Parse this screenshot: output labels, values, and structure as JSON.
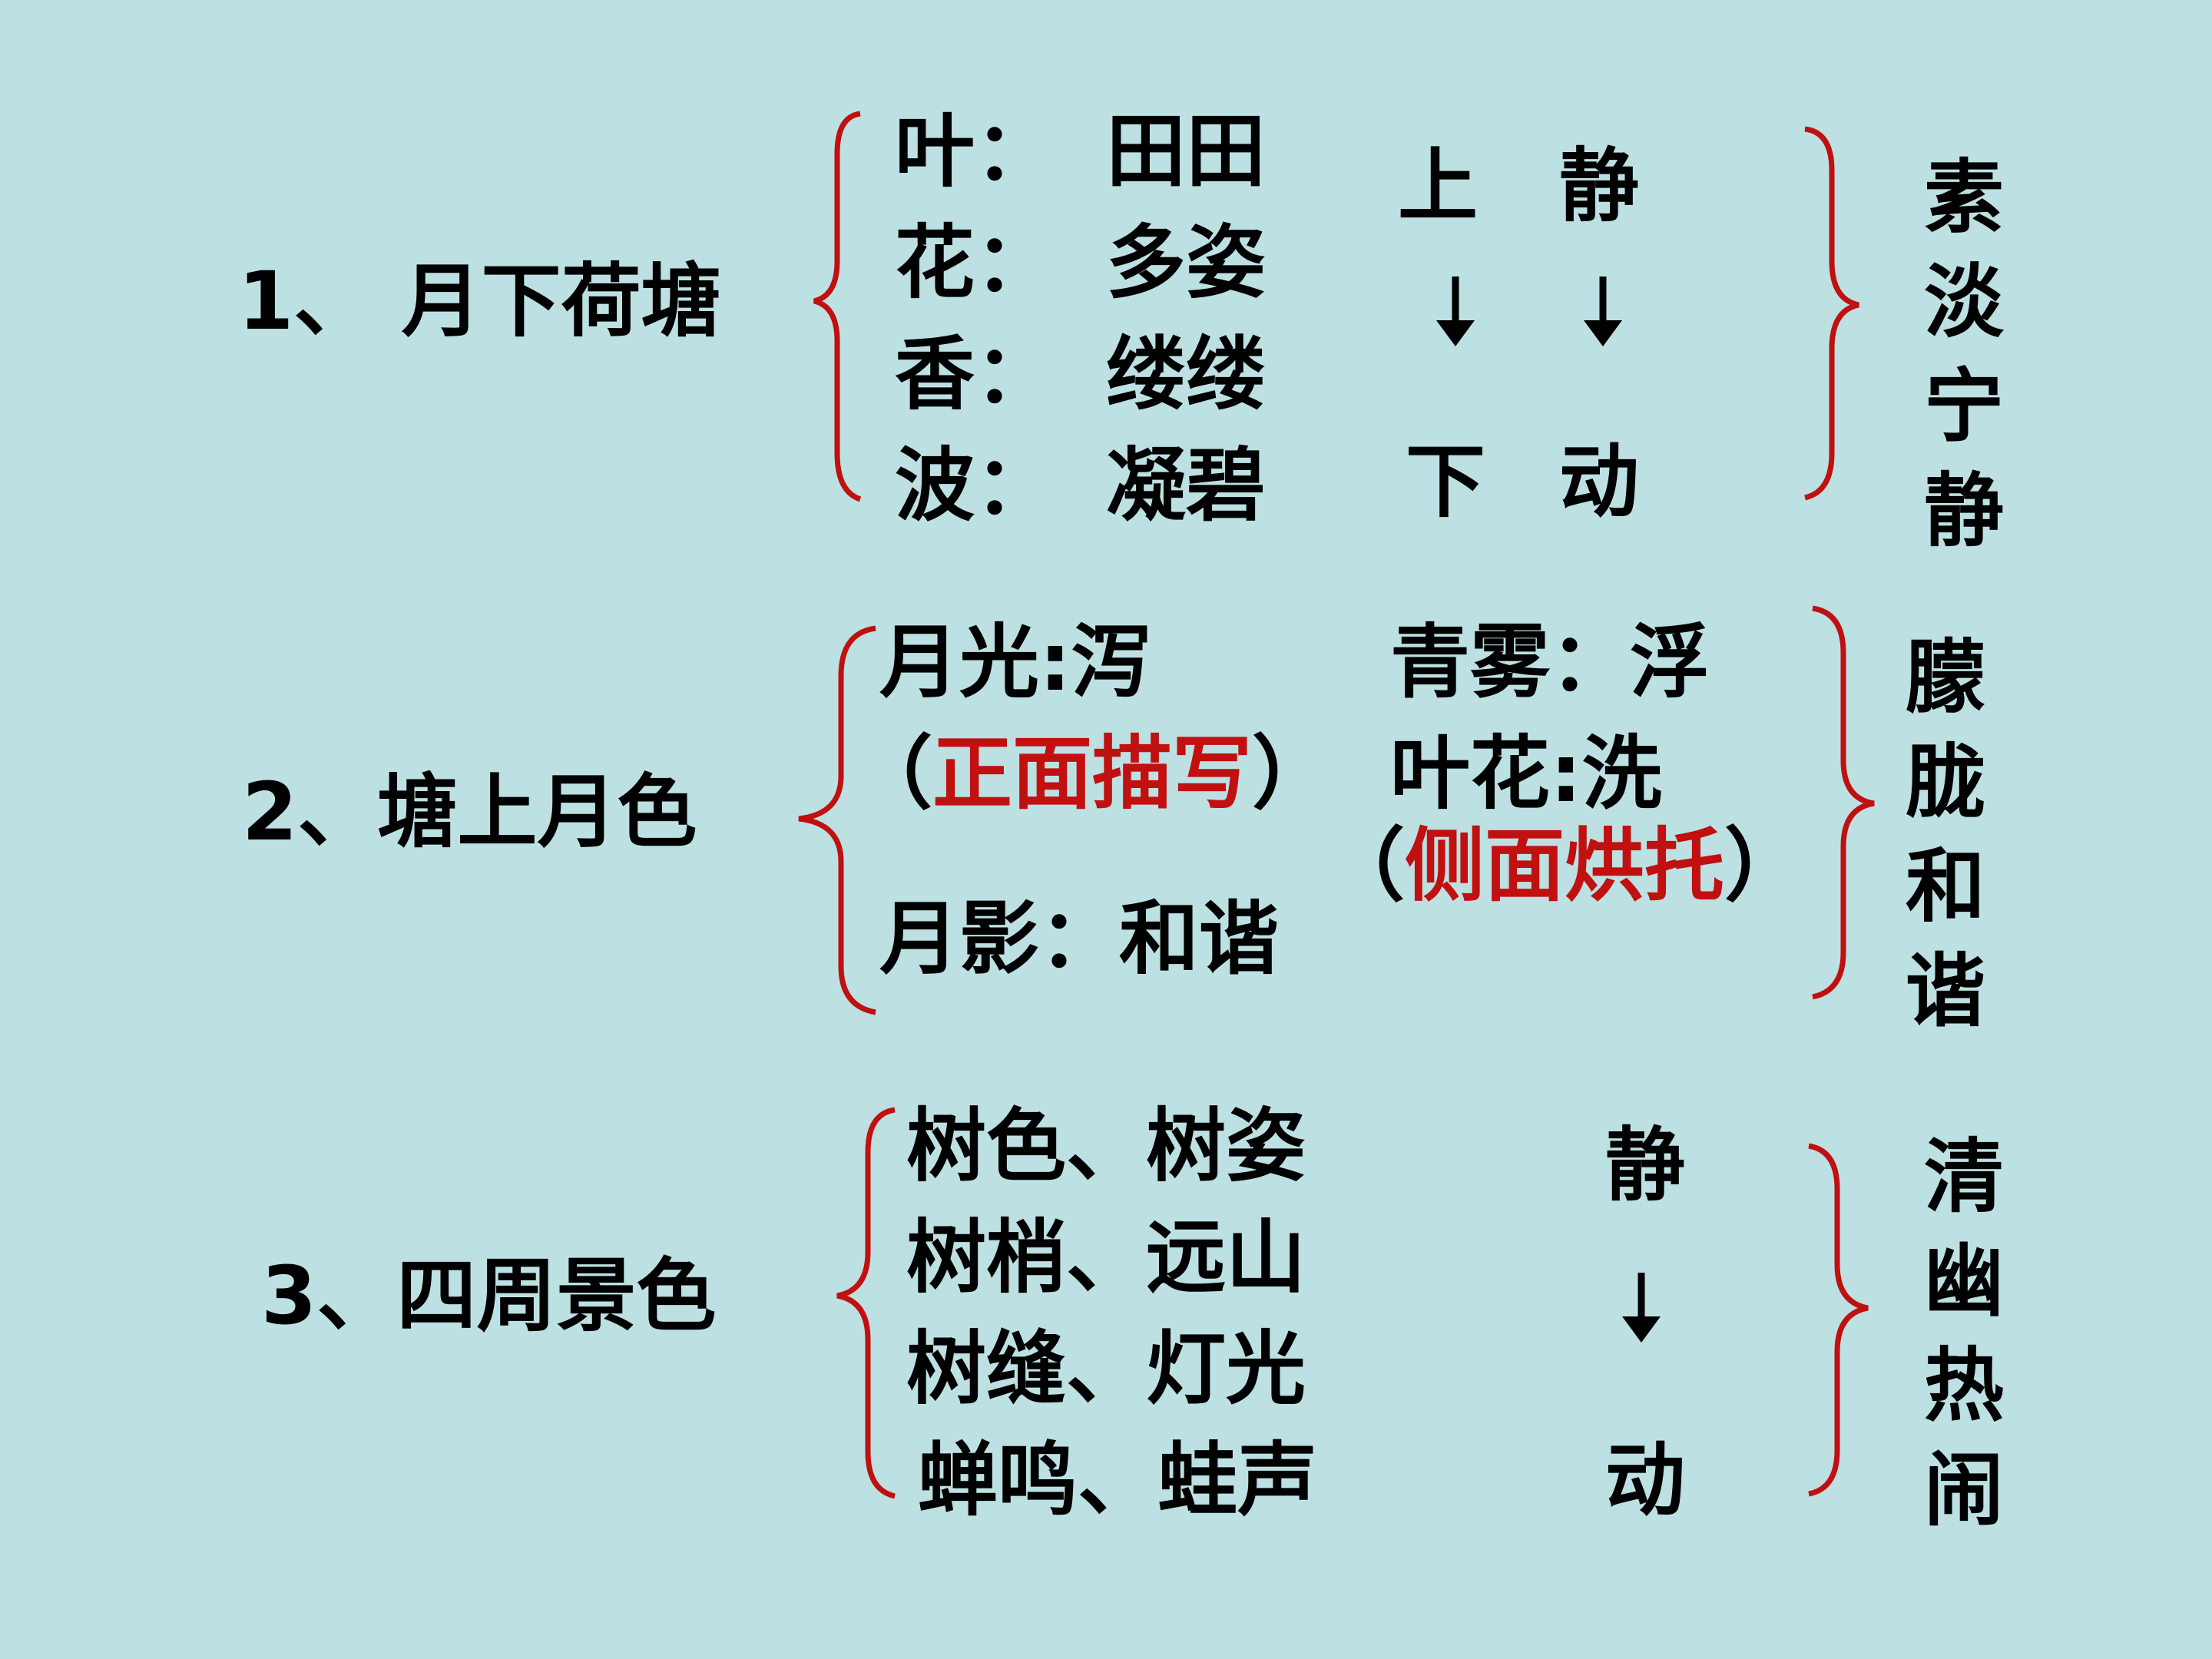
{
  "colors": {
    "background": "#bde0e3",
    "text": "#000000",
    "accent": "#c01010"
  },
  "section1": {
    "heading": "1、 月下荷塘",
    "items": [
      {
        "label": "叶：",
        "value": "田田"
      },
      {
        "label": "花：",
        "value": "多姿"
      },
      {
        "label": "香：",
        "value": "缕缕"
      },
      {
        "label": "波：",
        "value": "凝碧"
      }
    ],
    "flow_top": [
      "上",
      "静"
    ],
    "flow_bottom": [
      "下",
      "动"
    ],
    "summary": [
      "素",
      "淡",
      "宁",
      "静"
    ]
  },
  "section2": {
    "heading": "2、塘上月色",
    "moonlight": "月光:泻",
    "front_open": "（",
    "front_desc": "正面描写",
    "front_close": "）",
    "mist": "青雾：浮",
    "leafflower": "叶花:洗",
    "side_open": "（",
    "side_desc": "侧面烘托",
    "side_close": "）",
    "moonshadow": "月影：和谐",
    "summary": [
      "朦",
      "胧",
      "和",
      "谐"
    ]
  },
  "section3": {
    "heading": "3、四周景色",
    "items": [
      "树色、树姿",
      "树梢、远山",
      "树缝、灯光",
      "蝉鸣、蛙声"
    ],
    "flow_top": "静",
    "flow_bottom": "动",
    "summary": [
      "清",
      "幽",
      "热",
      "闹"
    ]
  }
}
